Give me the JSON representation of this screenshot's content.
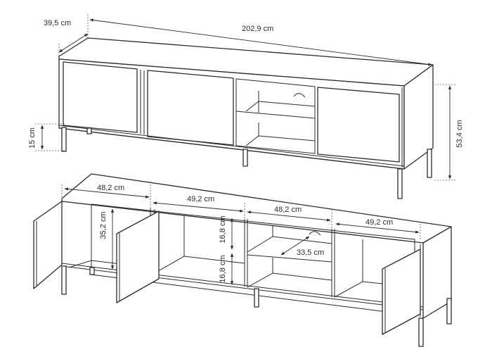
{
  "dimensions": {
    "depth": "39,5 cm",
    "total_width": "202,9 cm",
    "height": "53,4 cm",
    "leg_height": "15 cm",
    "section_1_width": "48,2 cm",
    "section_2_width": "49,2 cm",
    "section_3_width": "48,2 cm",
    "section_4_width": "49,2 cm",
    "door_height": "35,2 cm",
    "upper_shelf_height": "16,8 cm",
    "lower_shelf_height": "16,8 cm",
    "shelf_depth": "33,5 cm"
  }
}
